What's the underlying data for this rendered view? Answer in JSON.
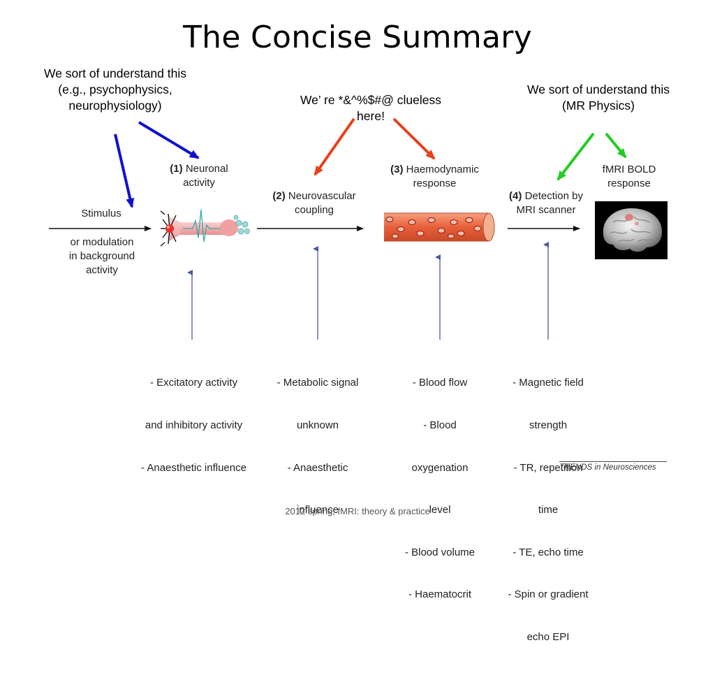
{
  "slide": {
    "title": "The Concise Summary",
    "footer": "2012 spring, fMRI: theory & practice"
  },
  "annotations": {
    "left_lines": [
      "We sort of understand this",
      "(e.g., psychophysics,",
      "neurophysiology)"
    ],
    "middle_lines": [
      "We’ re *&^%$#@ clueless",
      "here!"
    ],
    "right_lines": [
      "We sort of understand this",
      "(MR Physics)"
    ]
  },
  "stages": {
    "stimulus": "Stimulus",
    "modulation_lines": [
      "or modulation",
      "in background",
      "activity"
    ],
    "s1": {
      "num": "(1)",
      "line1": "Neuronal",
      "line2": "activity"
    },
    "s2": {
      "num": "(2)",
      "line1": "Neurovascular",
      "line2": "coupling"
    },
    "s3": {
      "num": "(3)",
      "line1": "Haemodynamic",
      "line2": "response"
    },
    "s4": {
      "num": "(4)",
      "line1": "Detection by",
      "line2": "MRI scanner"
    },
    "bold_lines": [
      "fMRI BOLD",
      "response"
    ]
  },
  "factors": {
    "neuronal": [
      "- Excitatory activity",
      "and inhibitory activity",
      "- Anaesthetic influence"
    ],
    "coupling": [
      "- Metabolic signal",
      "unknown",
      "- Anaesthetic",
      "influence"
    ],
    "haemodynamic": [
      "- Blood flow",
      "- Blood",
      "oxygenation",
      "level",
      "- Blood volume",
      "- Haematocrit"
    ],
    "detection": [
      "- Magnetic field",
      "strength",
      "- TR, repetition",
      "time",
      "- TE, echo time",
      "- Spin or gradient",
      "echo EPI"
    ]
  },
  "source_credit": "TRENDS in Neurosciences",
  "colors": {
    "understood_arrow": "#1010d0",
    "clueless_arrow": "#e8401a",
    "mr_physics_arrow": "#22cc22",
    "factor_arrow": "#4a5a9a",
    "vessel": "#e8603a",
    "neuron": "#f0a0a0"
  }
}
